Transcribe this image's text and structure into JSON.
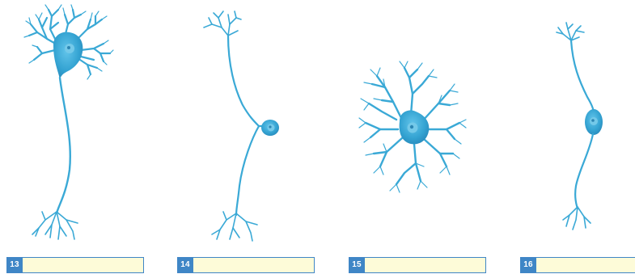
{
  "colors": {
    "cell_fill": "#3aa9d6",
    "nucleus": "#74c9e9",
    "nucleolus": "#2c86b4",
    "badge_bg": "#3f86c6",
    "field_bg": "#fdfbd8",
    "field_border": "#3f86c6"
  },
  "neurons": [
    {
      "number": "13",
      "answer": ""
    },
    {
      "number": "14",
      "answer": ""
    },
    {
      "number": "15",
      "answer": ""
    },
    {
      "number": "16",
      "answer": ""
    }
  ]
}
